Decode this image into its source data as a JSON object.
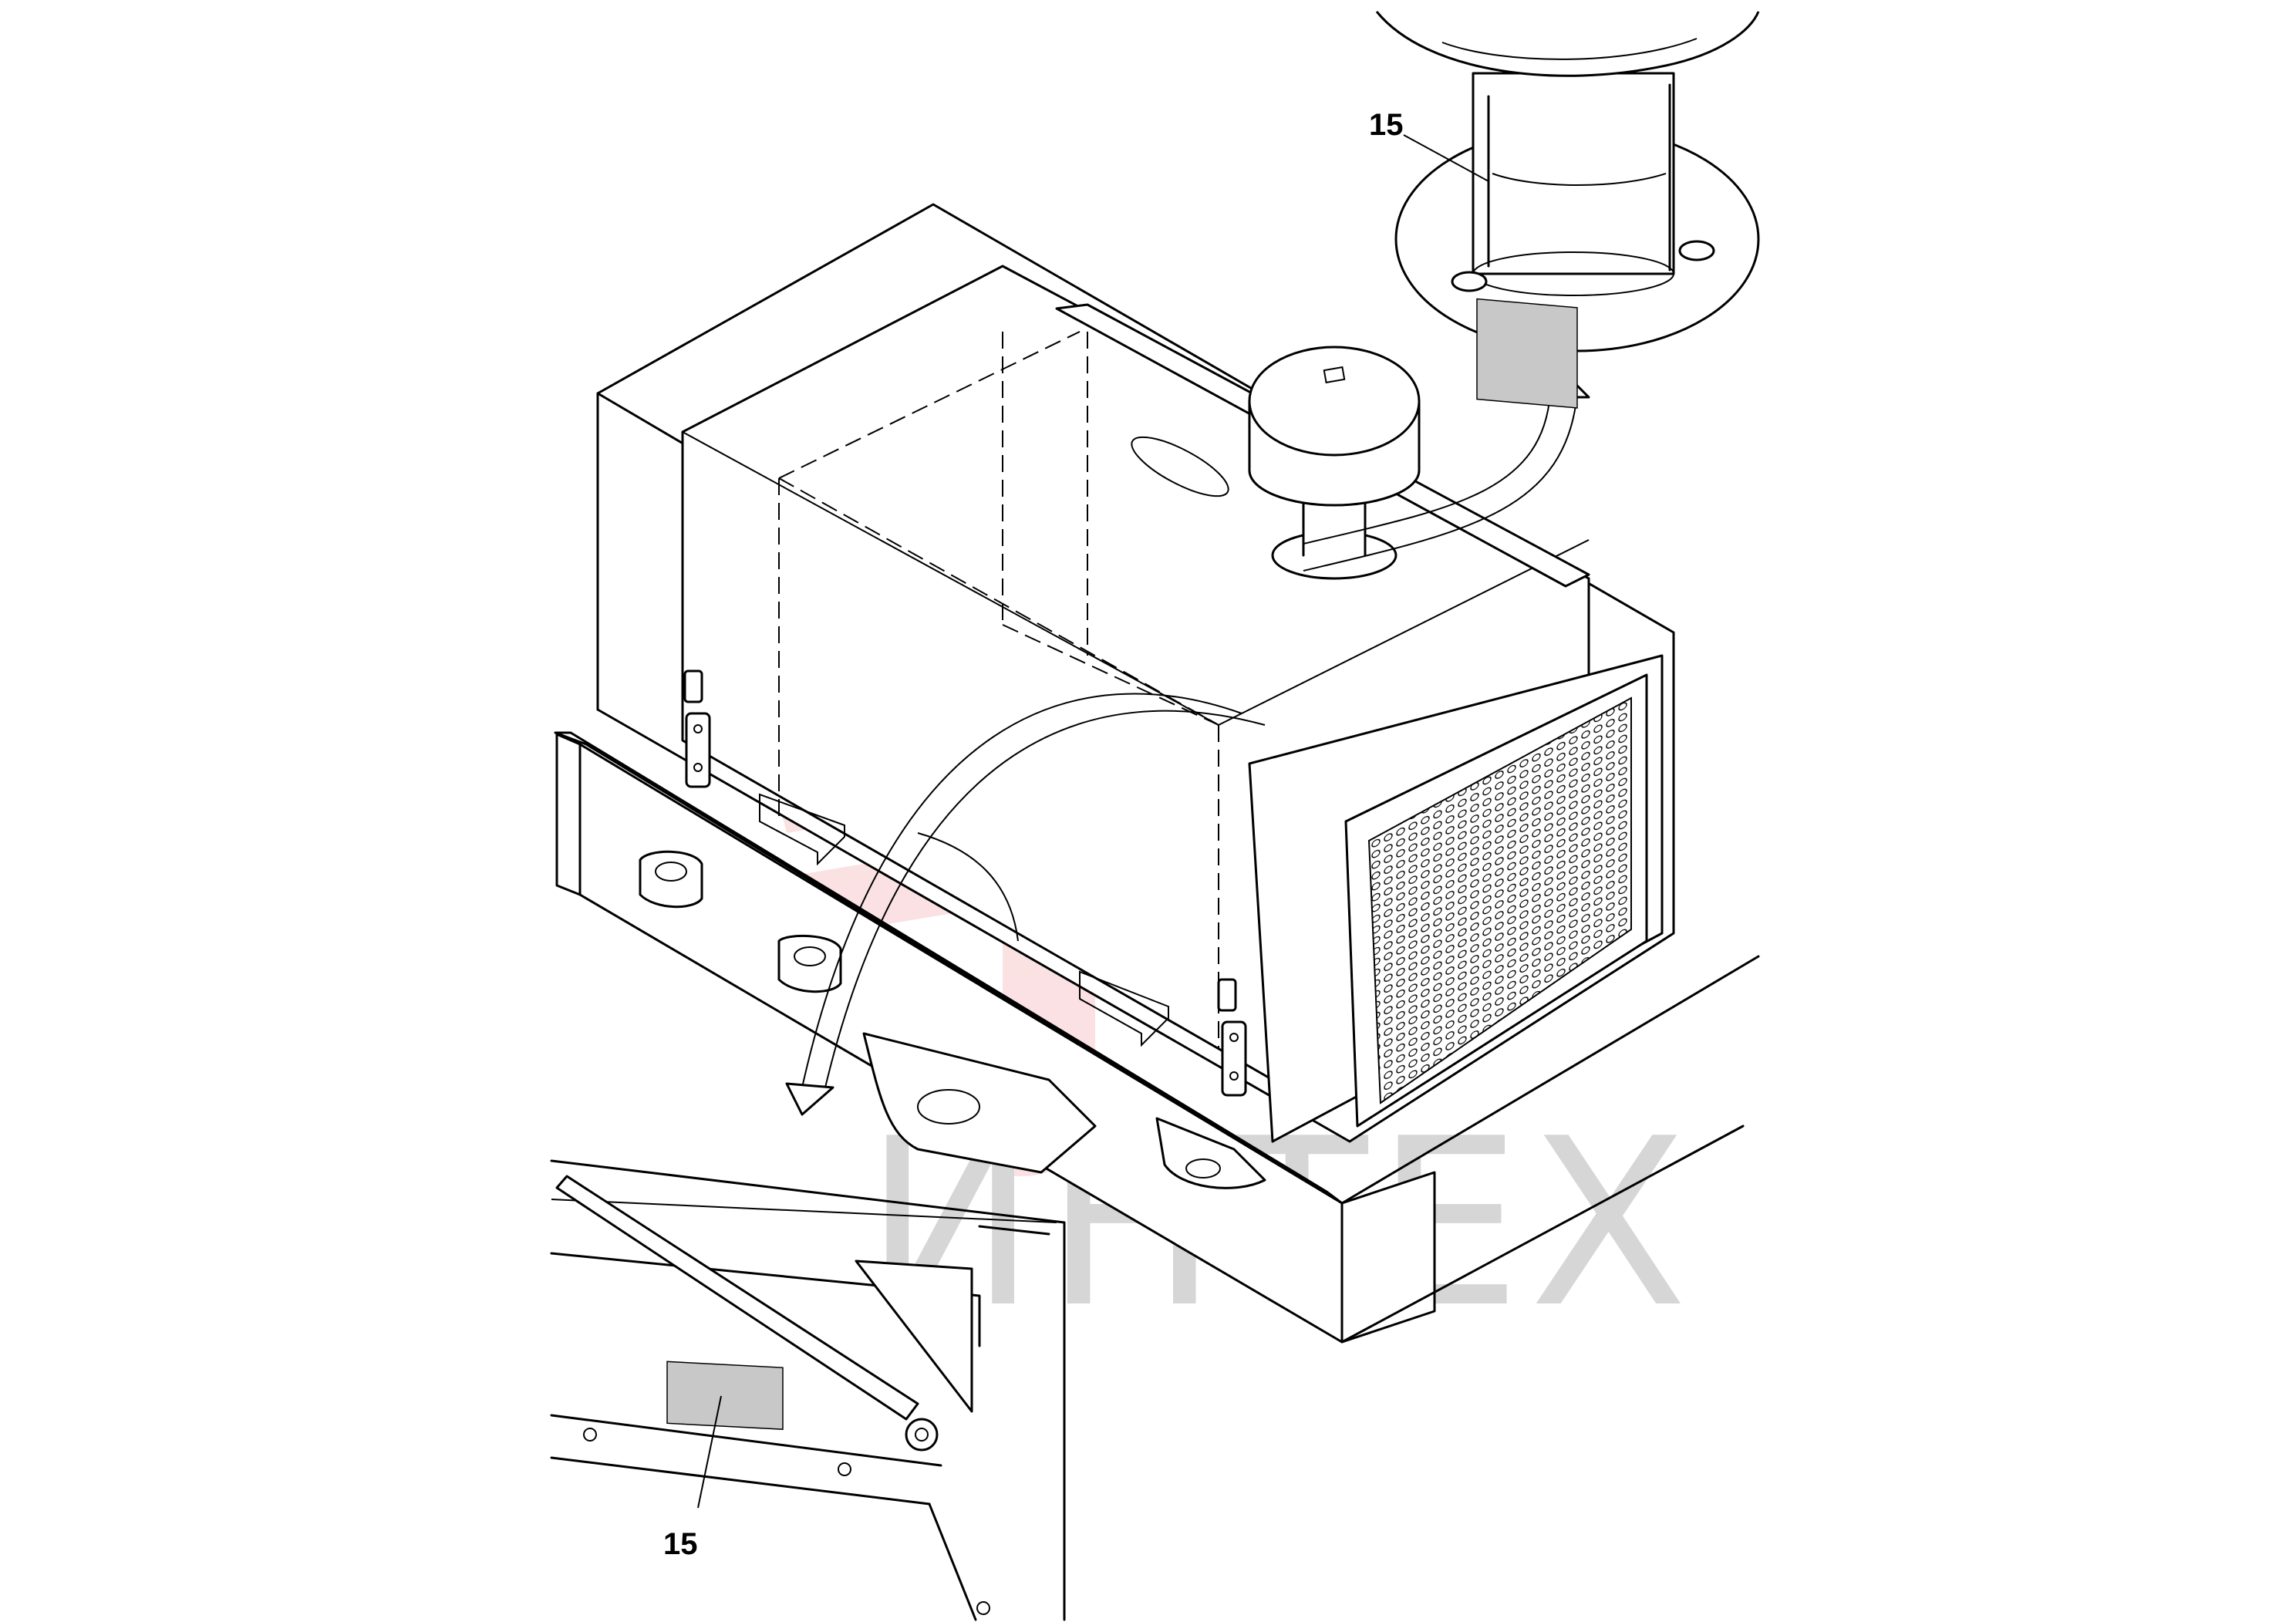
{
  "callouts": [
    {
      "id": "label-top",
      "text": "15"
    },
    {
      "id": "label-bottom",
      "text": "15"
    }
  ],
  "watermark": {
    "text": "ИНТЕХ",
    "text_color": "#d6d6d6",
    "logo_color": "#f7c9cc"
  },
  "colors": {
    "line": "#000000",
    "label_plate": "#c8c8c8",
    "background": "#ffffff"
  }
}
